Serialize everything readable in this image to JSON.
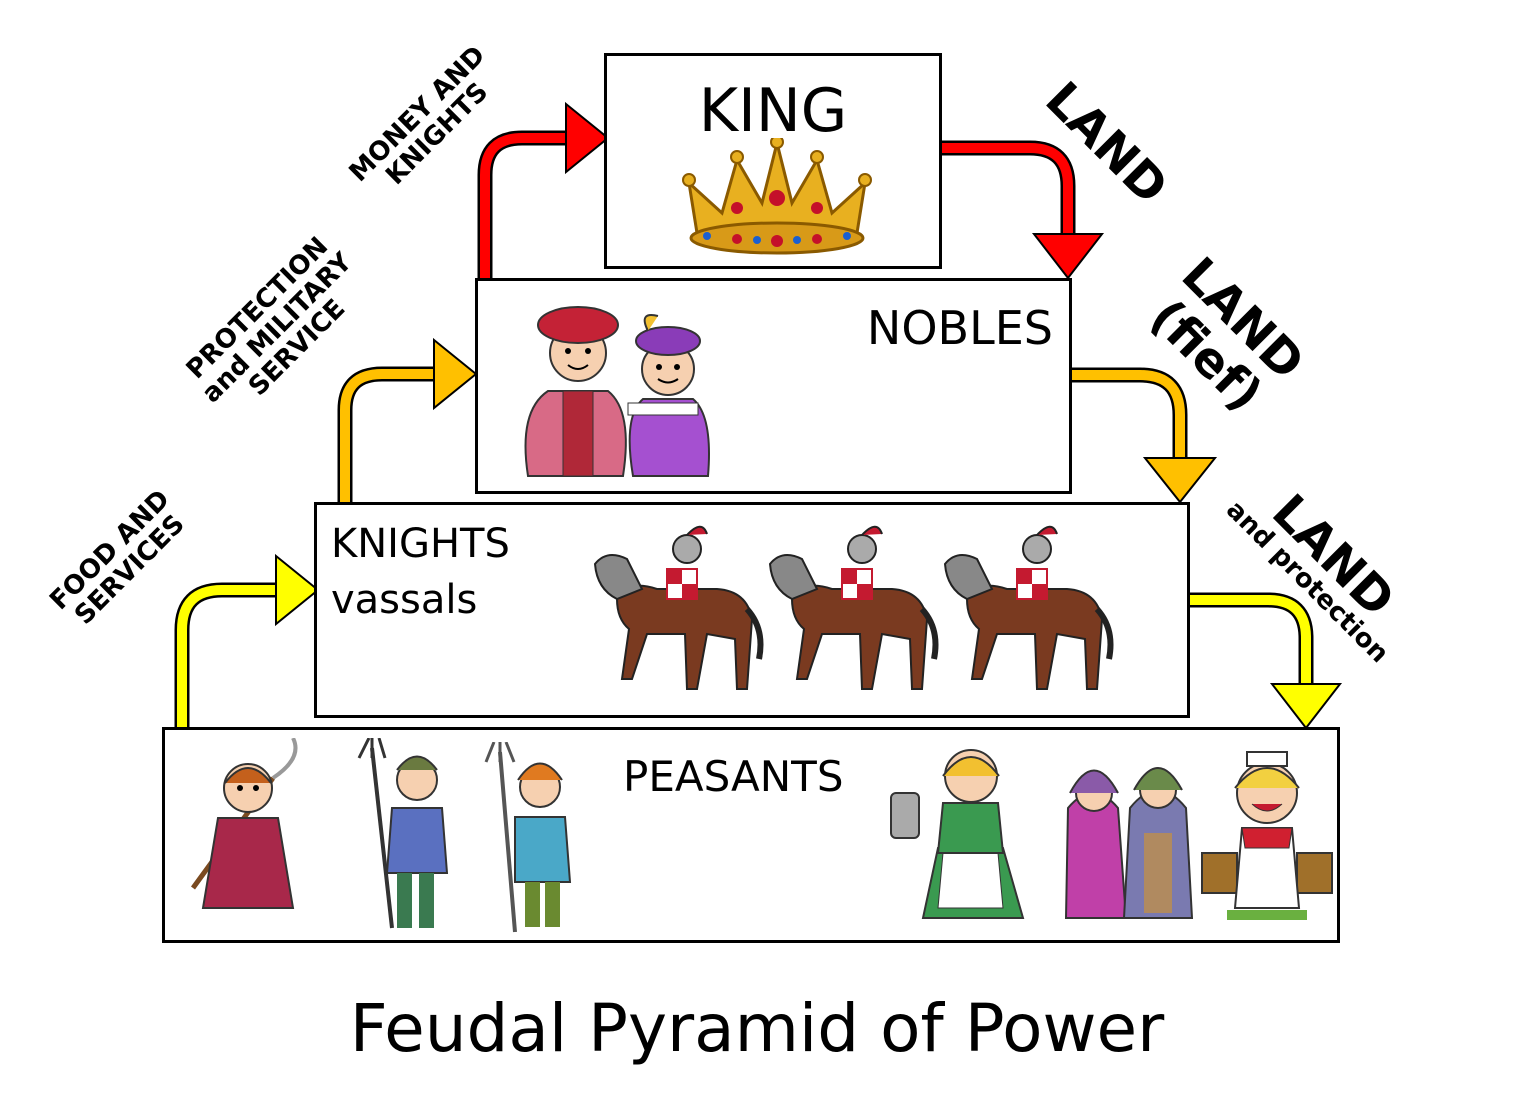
{
  "title": "Feudal Pyramid of Power",
  "tiers": {
    "king": {
      "label": "KING"
    },
    "nobles": {
      "label": "NOBLES"
    },
    "knights": {
      "label": "KNIGHTS",
      "sublabel": "vassals"
    },
    "peasants": {
      "label": "PEASANTS"
    }
  },
  "flows_up": {
    "knights_to_king": {
      "line1": "MONEY AND",
      "line2": "KNIGHTS",
      "color": "#ff0000"
    },
    "knights_to_nobles": {
      "line1": "PROTECTION",
      "line2": "and MILITARY",
      "line3": "SERVICE",
      "color": "#ffc000"
    },
    "peasants_to_knights": {
      "line1": "FOOD AND",
      "line2": "SERVICES",
      "color": "#ffff00"
    }
  },
  "flows_down": {
    "king_to_nobles": {
      "label": "LAND",
      "color": "#ff0000"
    },
    "nobles_to_knights": {
      "line1": "LAND",
      "line2": "(fief)",
      "color": "#ffc000"
    },
    "knights_to_peasants": {
      "line1": "LAND",
      "line2": "and protection",
      "color": "#ffff00"
    }
  },
  "icons": {
    "king": "crown-icon",
    "nobles": "noble-couple-icon",
    "knights": "mounted-knight-icon",
    "peasants": [
      "peasant-sickle-icon",
      "peasant-pitchfork-icon",
      "peasant-pitchfork-icon",
      "peasant-woman-jug-icon",
      "peasant-women-crying-icon",
      "milkmaid-buckets-icon"
    ]
  }
}
